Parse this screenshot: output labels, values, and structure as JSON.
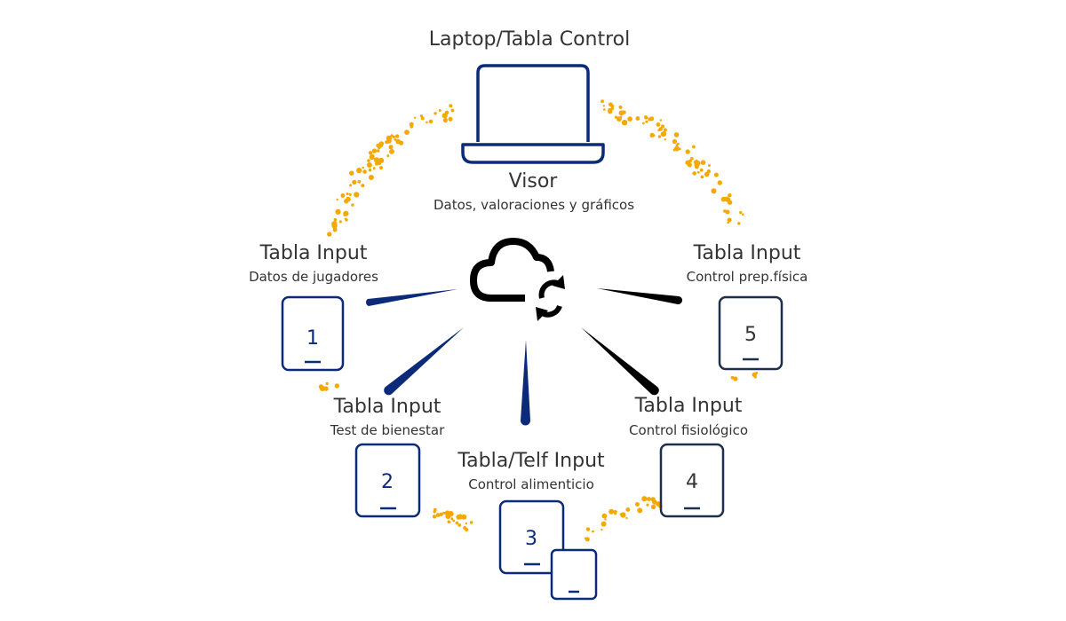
{
  "colors": {
    "navy": "#0b2a7a",
    "slate": "#1f2e4a",
    "black": "#000000",
    "dots": "#f5a800",
    "text": "#333333"
  },
  "top": {
    "title": "Laptop/Tabla Control",
    "device_icon": "laptop-icon",
    "heading": "Visor",
    "subtitle": "Datos, valoraciones y gráficos"
  },
  "center": {
    "icon": "cloud-sync-icon"
  },
  "nodes": [
    {
      "id": 1,
      "title": "Tabla Input",
      "subtitle": "Datos de jugadores",
      "number": "1",
      "icon": "tablet-icon",
      "color": "navy"
    },
    {
      "id": 2,
      "title": "Tabla Input",
      "subtitle": "Test de bienestar",
      "number": "2",
      "icon": "tablet-icon",
      "color": "navy"
    },
    {
      "id": 3,
      "title": "Tabla/Telf Input",
      "subtitle": "Control alimenticio",
      "number": "3",
      "icon": "tablet-phone-icon",
      "color": "navy"
    },
    {
      "id": 4,
      "title": "Tabla Input",
      "subtitle": "Control fisiológico",
      "number": "4",
      "icon": "tablet-icon",
      "color": "slate"
    },
    {
      "id": 5,
      "title": "Tabla Input",
      "subtitle": "Control prep.física",
      "number": "5",
      "icon": "tablet-icon",
      "color": "slate"
    }
  ]
}
